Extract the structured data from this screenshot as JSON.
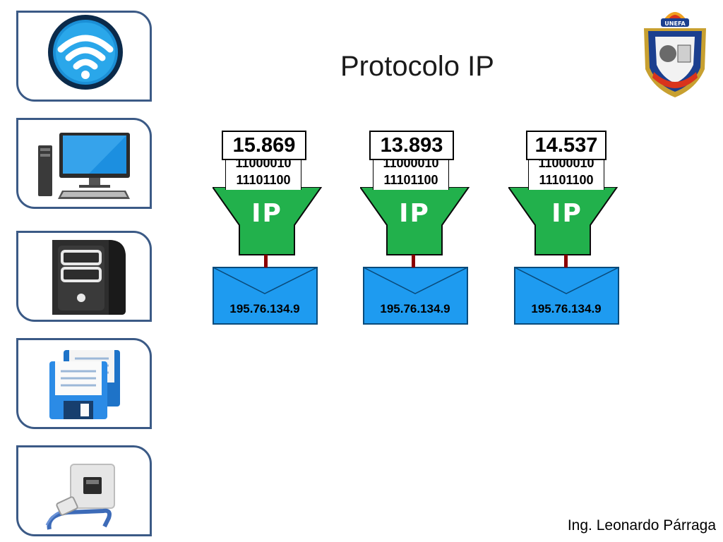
{
  "slide": {
    "title": "Protocolo IP",
    "author": "Ing. Leonardo Párraga"
  },
  "sidebar": [
    {
      "icon": "wifi-icon"
    },
    {
      "icon": "desktop-computer-icon"
    },
    {
      "icon": "server-tower-icon"
    },
    {
      "icon": "floppy-disks-icon"
    },
    {
      "icon": "ethernet-port-icon"
    }
  ],
  "logo": {
    "icon": "unefa-crest-icon",
    "text": "UNEFA"
  },
  "packets": [
    {
      "number": "15.869",
      "binary": [
        "11000010",
        "11101100"
      ],
      "label": "IP",
      "address": "195.76.134.9"
    },
    {
      "number": "13.893",
      "binary": [
        "11000010",
        "11101100"
      ],
      "label": "IP",
      "address": "195.76.134.9"
    },
    {
      "number": "14.537",
      "binary": [
        "11000010",
        "11101100"
      ],
      "label": "IP",
      "address": "195.76.134.9"
    }
  ],
  "colors": {
    "card_border": "#3b5a86",
    "funnel": "#22b14c",
    "envelope": "#1e9bf0",
    "stem": "#8b0000"
  }
}
